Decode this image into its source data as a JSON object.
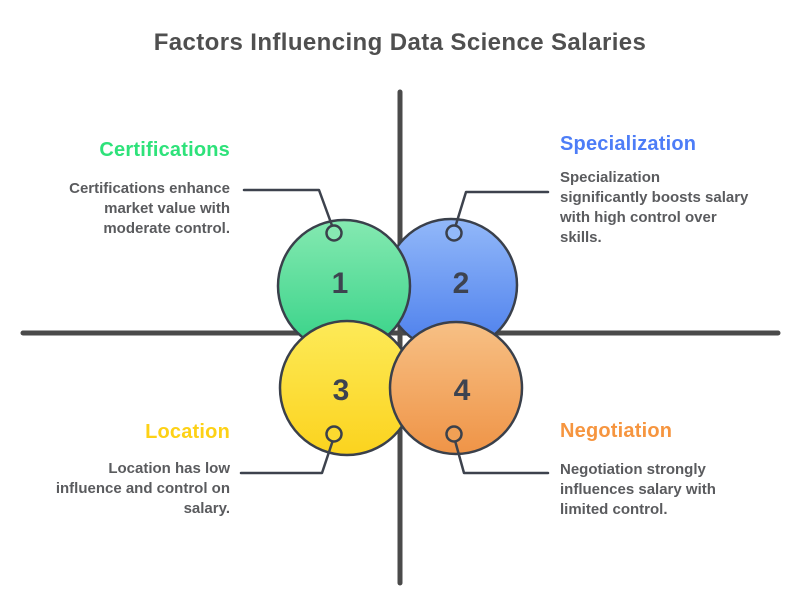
{
  "title": "Factors Influencing Data Science Salaries",
  "colors": {
    "title_text": "#4f4f4f",
    "description_text": "#5a5b5e",
    "axis_line": "#4a4a4a",
    "connector_line": "#3d424d",
    "circle_outline": "#3a404b",
    "number_text": "#3d4350",
    "green": "#35d287",
    "blue": "#4b7eec",
    "yellow": "#fbd31e",
    "orange": "#ef9447"
  },
  "factors": [
    {
      "number": "1",
      "label": "Certifications",
      "label_color": "#2ee27a",
      "description": "Certifications enhance market value with moderate control.",
      "position": "top-left"
    },
    {
      "number": "2",
      "label": "Specialization",
      "label_color": "#4d7df7",
      "description": "Specialization significantly boosts salary with high control over skills.",
      "position": "top-right"
    },
    {
      "number": "3",
      "label": "Location",
      "label_color": "#fdd116",
      "description": "Location has low influence and control on salary.",
      "position": "bottom-left"
    },
    {
      "number": "4",
      "label": "Negotiation",
      "label_color": "#f6953f",
      "description": "Negotiation strongly influences salary with limited control.",
      "position": "bottom-right"
    }
  ]
}
